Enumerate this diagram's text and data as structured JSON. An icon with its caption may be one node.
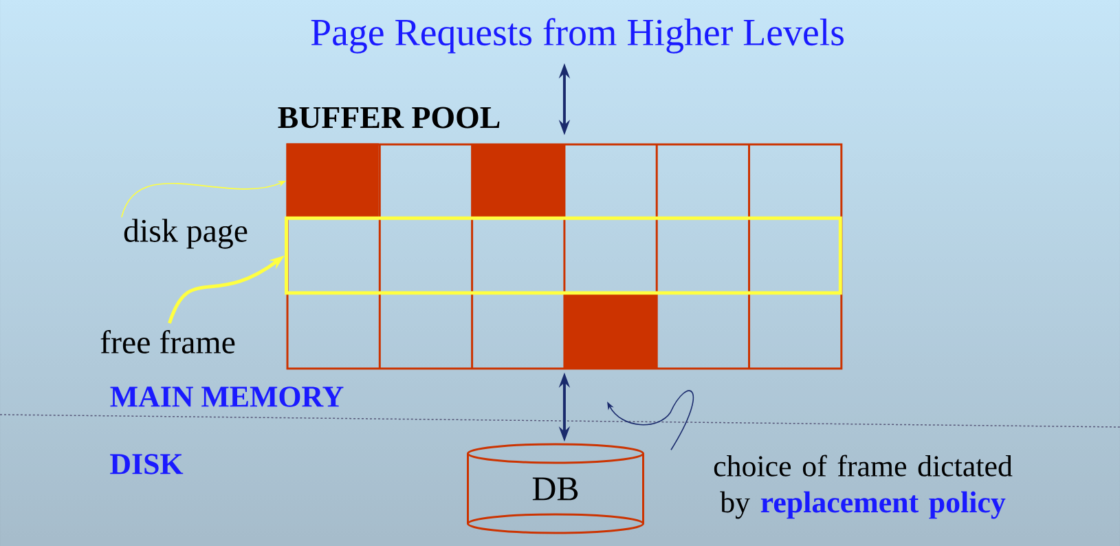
{
  "diagram": {
    "nodes": [
      {
        "text": [
          "Page Requests from Higher Levels"
        ]
      },
      {
        "text": [
          "BUFFER POOL"
        ]
      },
      {
        "text": [],
        "shape": "box",
        "in": 1
      },
      {
        "text": [],
        "shape": "box",
        "in": 1
      },
      {
        "text": [
          "disk page"
        ]
      },
      {
        "text": [
          "free frame"
        ]
      },
      {
        "text": [
          "DB"
        ]
      },
      {
        "text": [
          "choice of frame dictated by **replacement policy**"
        ]
      }
    ],
    "edges": [
      {
        "from": 0,
        "to": 1,
        "arrow": "both"
      },
      {
        "from": 1,
        "to": 6,
        "arrow": "both"
      },
      {
        "from": 4,
        "to": 2,
        "arrow": "to",
        "color": "#ffff40"
      },
      {
        "from": 5,
        "to": 3,
        "arrow": "to",
        "color": "#ffff40"
      },
      {
        "from": 7,
        "to": null,
        "arrow": "to"
      }
    ],
    "labels": [
      "MAIN MEMORY",
      "DISK"
    ]
  }
}
